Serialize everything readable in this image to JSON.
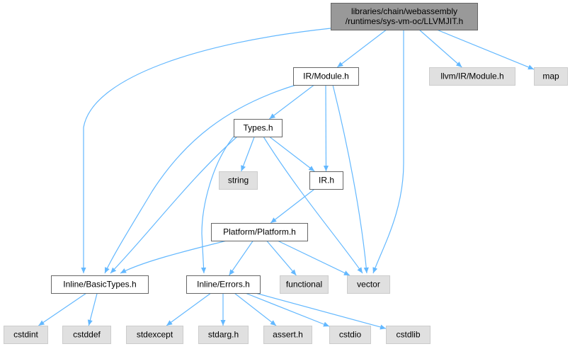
{
  "colors": {
    "edge": "#63b8ff",
    "focus_fill": "#999999",
    "focus_stroke": "#666666",
    "internal_fill": "#ffffff",
    "internal_stroke": "#666666",
    "external_fill": "#e0e0e0",
    "external_stroke": "#cccccc"
  },
  "nodes": [
    {
      "id": "llvmjit",
      "kind": "focus",
      "lines": [
        "libraries/chain/webassembly",
        "/runtimes/sys-vm-oc/LLVMJIT.h"
      ]
    },
    {
      "id": "ir-module",
      "kind": "internal",
      "lines": [
        "IR/Module.h"
      ]
    },
    {
      "id": "llvm-ir-module",
      "kind": "external",
      "lines": [
        "llvm/IR/Module.h"
      ]
    },
    {
      "id": "map",
      "kind": "external",
      "lines": [
        "map"
      ]
    },
    {
      "id": "types",
      "kind": "internal",
      "lines": [
        "Types.h"
      ]
    },
    {
      "id": "string",
      "kind": "external",
      "lines": [
        "string"
      ]
    },
    {
      "id": "ir",
      "kind": "internal",
      "lines": [
        "IR.h"
      ]
    },
    {
      "id": "platform",
      "kind": "internal",
      "lines": [
        "Platform/Platform.h"
      ]
    },
    {
      "id": "basictypes",
      "kind": "internal",
      "lines": [
        "Inline/BasicTypes.h"
      ]
    },
    {
      "id": "errors",
      "kind": "internal",
      "lines": [
        "Inline/Errors.h"
      ]
    },
    {
      "id": "functional",
      "kind": "external",
      "lines": [
        "functional"
      ]
    },
    {
      "id": "vector",
      "kind": "external",
      "lines": [
        "vector"
      ]
    },
    {
      "id": "cstdint",
      "kind": "external",
      "lines": [
        "cstdint"
      ]
    },
    {
      "id": "cstddef",
      "kind": "external",
      "lines": [
        "cstddef"
      ]
    },
    {
      "id": "stdexcept",
      "kind": "external",
      "lines": [
        "stdexcept"
      ]
    },
    {
      "id": "stdarg",
      "kind": "external",
      "lines": [
        "stdarg.h"
      ]
    },
    {
      "id": "assert",
      "kind": "external",
      "lines": [
        "assert.h"
      ]
    },
    {
      "id": "cstdio",
      "kind": "external",
      "lines": [
        "cstdio"
      ]
    },
    {
      "id": "cstdlib",
      "kind": "external",
      "lines": [
        "cstdlib"
      ]
    }
  ],
  "edges": [
    [
      "llvmjit",
      "ir-module"
    ],
    [
      "llvmjit",
      "llvm-ir-module"
    ],
    [
      "llvmjit",
      "map"
    ],
    [
      "llvmjit",
      "basictypes"
    ],
    [
      "llvmjit",
      "vector"
    ],
    [
      "ir-module",
      "types"
    ],
    [
      "ir-module",
      "ir"
    ],
    [
      "ir-module",
      "basictypes"
    ],
    [
      "ir-module",
      "vector"
    ],
    [
      "types",
      "string"
    ],
    [
      "types",
      "ir"
    ],
    [
      "types",
      "basictypes"
    ],
    [
      "types",
      "errors"
    ],
    [
      "types",
      "vector"
    ],
    [
      "ir",
      "platform"
    ],
    [
      "platform",
      "basictypes"
    ],
    [
      "platform",
      "errors"
    ],
    [
      "platform",
      "functional"
    ],
    [
      "platform",
      "vector"
    ],
    [
      "basictypes",
      "cstdint"
    ],
    [
      "basictypes",
      "cstddef"
    ],
    [
      "errors",
      "stdexcept"
    ],
    [
      "errors",
      "stdarg"
    ],
    [
      "errors",
      "assert"
    ],
    [
      "errors",
      "cstdio"
    ],
    [
      "errors",
      "cstdlib"
    ]
  ]
}
